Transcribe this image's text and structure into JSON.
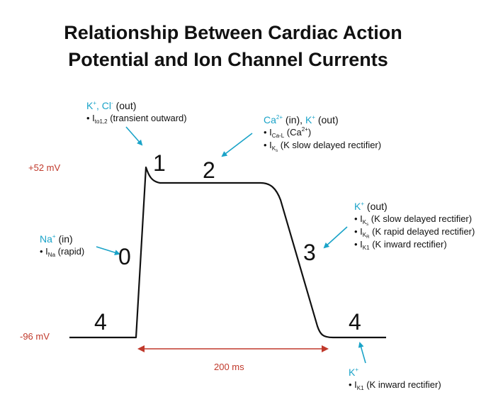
{
  "title_line1": "Relationship Between Cardiac Action",
  "title_line2": "Potential and Ion Channel Currents",
  "voltage_top": "+52 mV",
  "voltage_bottom": "-96 mV",
  "duration": "200 ms",
  "phases": {
    "p0": "0",
    "p1": "1",
    "p2": "2",
    "p3": "3",
    "p4_left": "4",
    "p4_right": "4"
  },
  "phase0": {
    "ion": "Na",
    "ion_sup": "+",
    "dir": "(in)",
    "current": "I",
    "current_sub": "Na",
    "desc": "(rapid)"
  },
  "phase1": {
    "ion": "K",
    "ion_sup": "+",
    "ion2": ", Cl",
    "ion2_sup": "-",
    "dir": "(out)",
    "current": "I",
    "current_sub": "to1,2",
    "desc": "(transient outward)"
  },
  "phase2": {
    "ion": "Ca",
    "ion_sup": "2+",
    "dir1": "(in),",
    "ion2": "K",
    "ion2_sup": "+",
    "dir2": "(out)",
    "c1": "I",
    "c1_sub": "Ca-L",
    "c1_desc": "(Ca",
    "c1_desc_sup": "2+",
    "c1_desc_end": ")",
    "c2": "I",
    "c2_sub": "K",
    "c2_subsub": "s",
    "c2_desc": "(K slow delayed rectifier)"
  },
  "phase3": {
    "ion": "K",
    "ion_sup": "+",
    "dir": "(out)",
    "c1": "I",
    "c1_sub": "K",
    "c1_subsub": "s",
    "c1_desc": "(K slow delayed rectifier)",
    "c2": "I",
    "c2_sub": "K",
    "c2_subsub": "R",
    "c2_desc": "(K rapid delayed rectifier)",
    "c3": "I",
    "c3_sub": "K1",
    "c3_desc": "(K inward rectifier)"
  },
  "phase4": {
    "ion": "K",
    "ion_sup": "+",
    "current": "I",
    "current_sub": "K1",
    "desc": "(K inward rectifier)"
  },
  "colors": {
    "accent": "#1aa3c8",
    "voltage": "#c0392b",
    "trace": "#111111"
  }
}
